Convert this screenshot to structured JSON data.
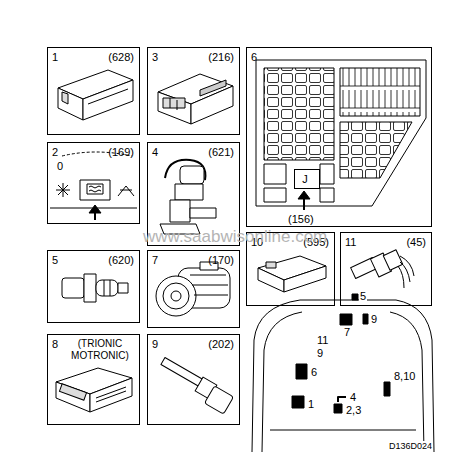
{
  "diagram": {
    "nodes": [
      {
        "text": [
          "1",
          "(628)"
        ]
      },
      {
        "text": [
          "3",
          "(216)"
        ]
      },
      {
        "text": [
          "6",
          "(156)"
        ]
      },
      {
        "text": [
          "J"
        ],
        "in": 2
      },
      {
        "text": [
          "2",
          "0",
          "(169)"
        ]
      },
      {
        "text": [
          "4",
          "(621)"
        ]
      },
      {
        "text": [
          "10",
          "(595)"
        ]
      },
      {
        "text": [
          "11",
          "(45)"
        ]
      },
      {
        "text": [
          "5",
          "(620)"
        ]
      },
      {
        "text": [
          "7",
          "(170)"
        ]
      },
      {
        "text": [
          "8",
          "(TRIONIC MOTRONIC)"
        ]
      },
      {
        "text": [
          "9",
          "(202)"
        ]
      }
    ],
    "labels": [
      "5",
      "9",
      "7",
      "11",
      "9",
      "6",
      "1",
      "4",
      "2,3",
      "8,10",
      "D136D024",
      "www.saabwisonline.com"
    ]
  }
}
